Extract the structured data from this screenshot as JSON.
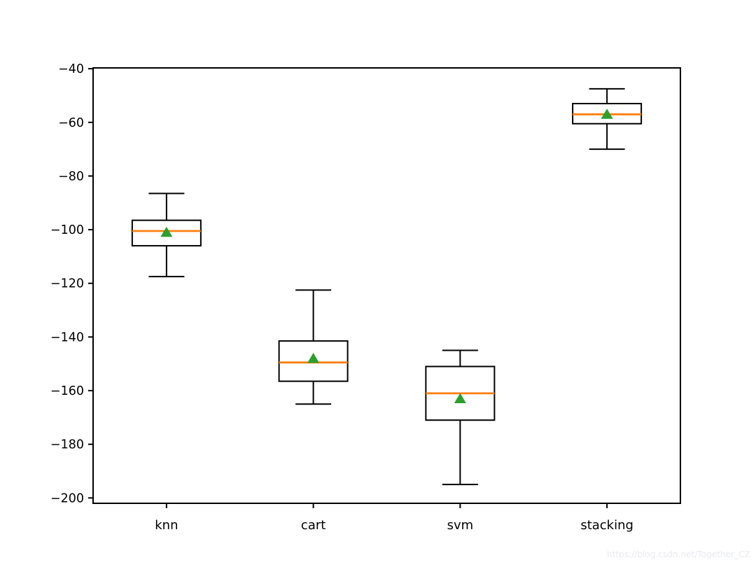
{
  "chart_data": {
    "type": "boxplot",
    "title": "",
    "xlabel": "",
    "ylabel": "",
    "categories": [
      "knn",
      "cart",
      "svm",
      "stacking"
    ],
    "series": [
      {
        "name": "knn",
        "whisker_low": -117.5,
        "q1": -106,
        "median": -100.5,
        "mean": -101,
        "q3": -96.5,
        "whisker_high": -86.5
      },
      {
        "name": "cart",
        "whisker_low": -165,
        "q1": -156.5,
        "median": -149.5,
        "mean": -148,
        "q3": -141.5,
        "whisker_high": -122.5
      },
      {
        "name": "svm",
        "whisker_low": -195,
        "q1": -171,
        "median": -161,
        "mean": -163,
        "q3": -151,
        "whisker_high": -145
      },
      {
        "name": "stacking",
        "whisker_low": -70,
        "q1": -60.5,
        "median": -57,
        "mean": -57,
        "q3": -53,
        "whisker_high": -47.5
      }
    ],
    "yticks": [
      -200,
      -180,
      -160,
      -140,
      -120,
      -100,
      -80,
      -60,
      -40
    ],
    "ylim": [
      -202,
      -39.7
    ],
    "grid": false,
    "legend": "none",
    "colors": {
      "box": "#000000",
      "whisker": "#000000",
      "median": "#ff7f0e",
      "mean": "#2ca02c",
      "axis": "#000000",
      "tick_label": "#000000",
      "background": "#ffffff"
    }
  },
  "watermark": {
    "text": "https://blog.csdn.net/Together_CZ",
    "color": "#e9eaee"
  }
}
